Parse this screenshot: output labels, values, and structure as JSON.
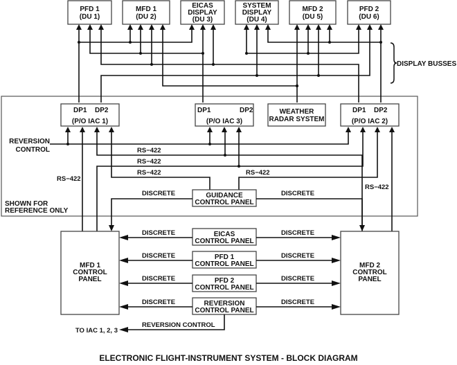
{
  "title": "ELECTRONIC FLIGHT-INSTRUMENT SYSTEM - BLOCK DIAGRAM",
  "display_units": [
    {
      "lines": [
        "PFD 1",
        "(DU 1)"
      ]
    },
    {
      "lines": [
        "MFD 1",
        "(DU 2)"
      ]
    },
    {
      "lines": [
        "EICAS",
        "DISPLAY",
        "(DU 3)"
      ]
    },
    {
      "lines": [
        "SYSTEM",
        "DISPLAY",
        "(DU 4)"
      ]
    },
    {
      "lines": [
        "MFD 2",
        "(DU 5)"
      ]
    },
    {
      "lines": [
        "PFD 2",
        "(DU 6)"
      ]
    }
  ],
  "display_busses_label": "DISPLAY BUSSES",
  "iac_units": [
    {
      "dp1": "DP1",
      "dp2": "DP2",
      "name": "(P/O IAC 1)"
    },
    {
      "dp1": "DP1",
      "dp2": "DP2",
      "name": "(P/O IAC 3)"
    },
    {
      "dp1": "DP1",
      "dp2": "DP2",
      "name": "(P/O IAC 2)"
    }
  ],
  "weather_radar": [
    "WEATHER",
    "RADAR SYSTEM"
  ],
  "reference_region": {
    "reversion_control": [
      "REVERSION",
      "CONTROL"
    ],
    "note": [
      "SHOWN FOR",
      "REFERENCE ONLY"
    ]
  },
  "guidance_panel": [
    "GUIDANCE",
    "CONTROL PANEL"
  ],
  "bus_labels": {
    "rs422": "RS−422",
    "discrete": "DISCRETE"
  },
  "control_panels": {
    "mfd1": [
      "MFD 1",
      "CONTROL",
      "PANEL"
    ],
    "mfd2": [
      "MFD 2",
      "CONTROL",
      "PANEL"
    ],
    "center": [
      [
        "EICAS",
        "CONTROL PANEL"
      ],
      [
        "PFD 1",
        "CONTROL PANEL"
      ],
      [
        "PFD 2",
        "CONTROL PANEL"
      ],
      [
        "REVERSION",
        "CONTROL PANEL"
      ]
    ]
  },
  "reversion_output": {
    "label": "REVERSION CONTROL",
    "target": "TO IAC 1, 2, 3"
  }
}
